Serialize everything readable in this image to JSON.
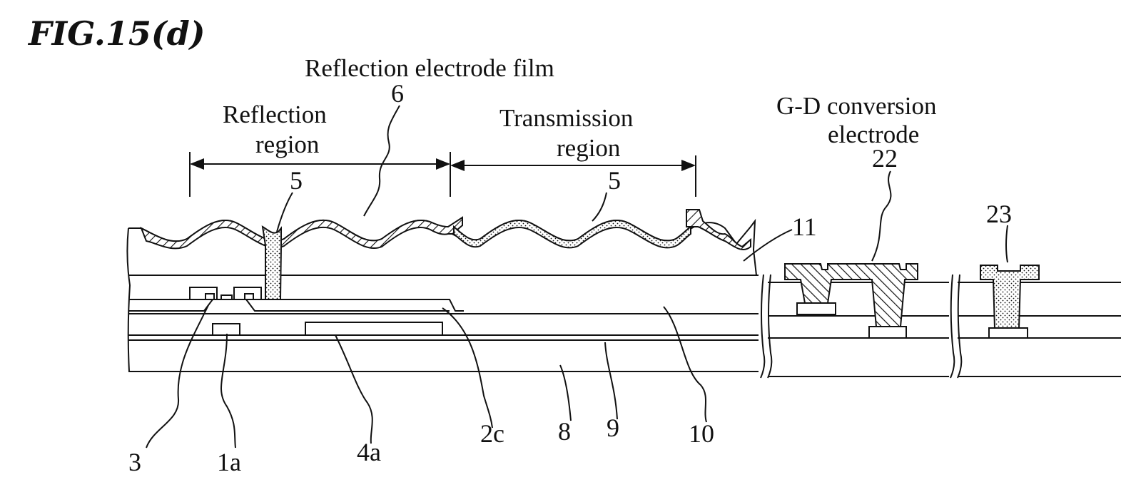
{
  "figure": {
    "title": "FIG.15(d)"
  },
  "labels": {
    "reflection_electrode_film": "Reflection electrode film",
    "reflection_region_line1": "Reflection",
    "reflection_region_line2": "region",
    "transmission_region_line1": "Transmission",
    "transmission_region_line2": "region",
    "gd_line1": "G-D conversion",
    "gd_line2": "electrode"
  },
  "refs": {
    "r6": "6",
    "r5a": "5",
    "r5b": "5",
    "r11": "11",
    "r22": "22",
    "r23": "23",
    "r3": "3",
    "r1a": "1a",
    "r4a": "4a",
    "r2c": "2c",
    "r8": "8",
    "r9": "9",
    "r10": "10"
  }
}
